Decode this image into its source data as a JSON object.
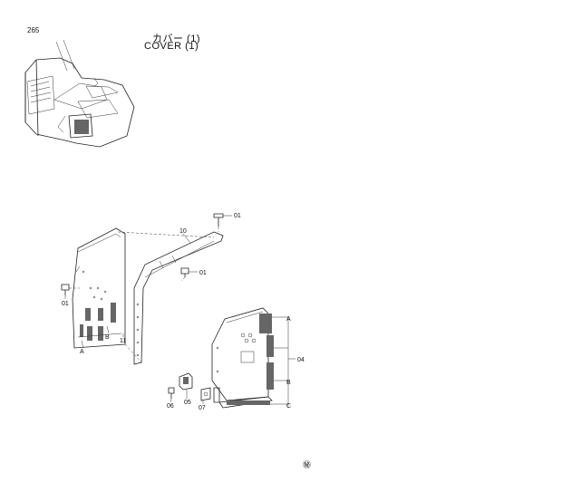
{
  "page_number": "265",
  "title_jp": "カバー (1)",
  "title_en": "COVER (1)",
  "callouts": {
    "c01_top": "01",
    "c10": "10",
    "c01_mid": "01",
    "c01_left": "01",
    "cA_left": "A",
    "cB_left": "B",
    "c11": "11",
    "cA_right": "A",
    "c04": "04",
    "cB_right": "B",
    "cC": "C",
    "c06": "06",
    "c05": "05",
    "c07": "07"
  },
  "stamp": "㊙",
  "hatch_color": "#666666"
}
